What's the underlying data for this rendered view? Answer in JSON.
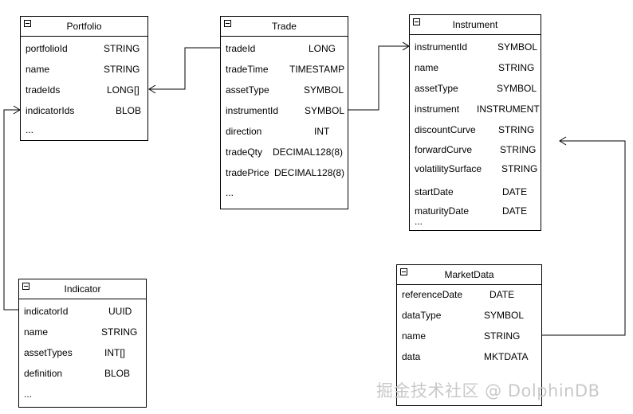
{
  "entities": {
    "portfolio": {
      "title": "Portfolio",
      "fields": [
        {
          "name": "portfolioId",
          "type": "STRING"
        },
        {
          "name": "name",
          "type": "STRING"
        },
        {
          "name": "tradeIds",
          "type": "LONG[]"
        },
        {
          "name": "indicatorIds",
          "type": "BLOB"
        }
      ],
      "more": "..."
    },
    "trade": {
      "title": "Trade",
      "fields": [
        {
          "name": "tradeId",
          "type": "LONG"
        },
        {
          "name": "tradeTime",
          "type": "TIMESTAMP"
        },
        {
          "name": "assetType",
          "type": "SYMBOL"
        },
        {
          "name": "instrumentId",
          "type": "SYMBOL"
        },
        {
          "name": "direction",
          "type": "INT"
        },
        {
          "name": "tradeQty",
          "type": "DECIMAL128(8)"
        },
        {
          "name": "tradePrice",
          "type": "DECIMAL128(8)"
        }
      ],
      "more": "..."
    },
    "instrument": {
      "title": "Instrument",
      "fields": [
        {
          "name": "instrumentId",
          "type": "SYMBOL"
        },
        {
          "name": "name",
          "type": "STRING"
        },
        {
          "name": "assetType",
          "type": "SYMBOL"
        },
        {
          "name": "instrument",
          "type": "INSTRUMENT"
        },
        {
          "name": "discountCurve",
          "type": "STRING"
        },
        {
          "name": "forwardCurve",
          "type": "STRING"
        },
        {
          "name": "volatilitySurface",
          "type": "STRING"
        },
        {
          "name": "startDate",
          "type": "DATE"
        },
        {
          "name": "maturityDate",
          "type": "DATE"
        }
      ],
      "more": "..."
    },
    "indicator": {
      "title": "Indicator",
      "fields": [
        {
          "name": "indicatorId",
          "type": "UUID"
        },
        {
          "name": "name",
          "type": "STRING"
        },
        {
          "name": "assetTypes",
          "type": "INT[]"
        },
        {
          "name": "definition",
          "type": "BLOB"
        }
      ],
      "more": "..."
    },
    "marketdata": {
      "title": "MarketData",
      "fields": [
        {
          "name": "referenceDate",
          "type": "DATE"
        },
        {
          "name": "dataType",
          "type": "SYMBOL"
        },
        {
          "name": "name",
          "type": "STRING"
        },
        {
          "name": "data",
          "type": "MKTDATA"
        }
      ]
    }
  },
  "watermark": "掘金技术社区 @ DolphinDB"
}
